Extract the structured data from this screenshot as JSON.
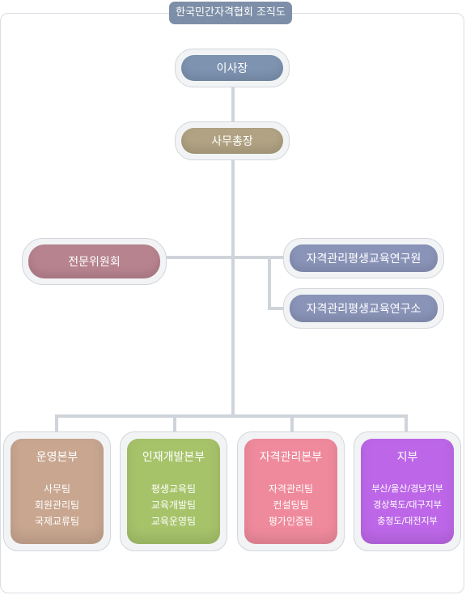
{
  "title": "한국민간자격협회 조직도",
  "chairman": "이사장",
  "secretary_general": "사무총장",
  "committee": "전문위원회",
  "institute_1": "자격관리평생교육연구원",
  "institute_2": "자격관리평생교육연구소",
  "departments": [
    {
      "name": "운영본부",
      "teams": [
        "사무팀",
        "회원관리팀",
        "국제교류팀"
      ],
      "color": "#c8a690"
    },
    {
      "name": "인재개발본부",
      "teams": [
        "평생교육팀",
        "교육개발팀",
        "교육운영팀"
      ],
      "color": "#a6c36a"
    },
    {
      "name": "자격관리본부",
      "teams": [
        "자격관리팀",
        "컨설팅팀",
        "평가인증팀"
      ],
      "color": "#ef8a9c"
    },
    {
      "name": "지부",
      "teams": [
        "부산/울산/경남지부",
        "경상북도/대구지부",
        "충청도/대전지부"
      ],
      "color": "#bd67e8"
    }
  ],
  "colors": {
    "title_tab": "#7d8fa8",
    "chairman": "#7d93b0",
    "secretary_general": "#b0a282",
    "committee": "#b7838f",
    "institute": "#8a94b8",
    "connector": "#cfd4da"
  }
}
